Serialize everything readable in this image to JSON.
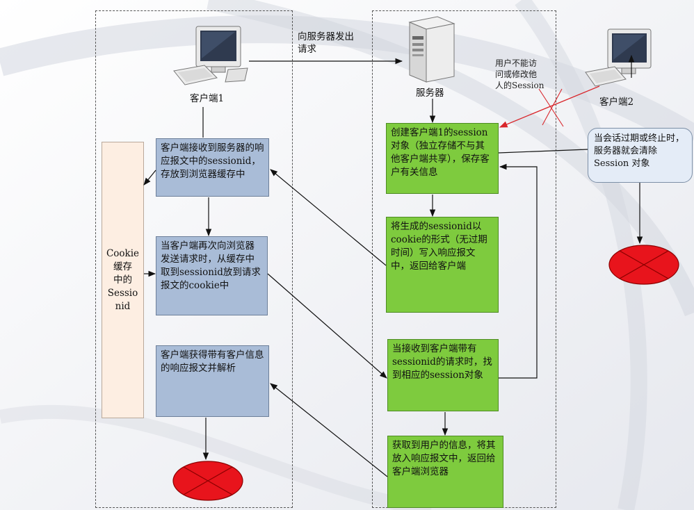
{
  "client1": {
    "label": "客户端1",
    "boxes": [
      "客户端接收到服务器的响应报文中的sessionid，存放到浏览器缓存中",
      "当客户端再次向浏览器发送请求时，从缓存中取到sessionid放到请求报文的cookie中",
      "客户端获得带有客户信息的响应报文并解析"
    ],
    "cookie_cache": "Cookie\n缓存\n中的\nSessio\nnid"
  },
  "server": {
    "label": "服务器",
    "boxes": [
      "创建客户端1的session对象（独立存储不与其他客户端共享），保存客户有关信息",
      "将生成的sessionid以cookie的形式（无过期时间）写入响应报文中，返回给客户端",
      "当接收到客户端带有sessionid的请求时，找到相应的session对象",
      "获取到用户的信息，将其放入响应报文中，返回给客户端浏览器"
    ]
  },
  "client2": {
    "label": "客户端2",
    "note": "当会话过期或终止时，服务器就会清除Session 对象"
  },
  "arrows": {
    "request": "向服务器发出\n请求",
    "deny": "用户不能访\n问或修改他\n人的Session"
  },
  "colors": {
    "client_box": "#a9bcd7",
    "server_box": "#7ecb3e",
    "cookie": "#fdeee2",
    "note": "#e4ecf7",
    "stop": "#e8141c",
    "deny_arrow": "#d9262b"
  }
}
